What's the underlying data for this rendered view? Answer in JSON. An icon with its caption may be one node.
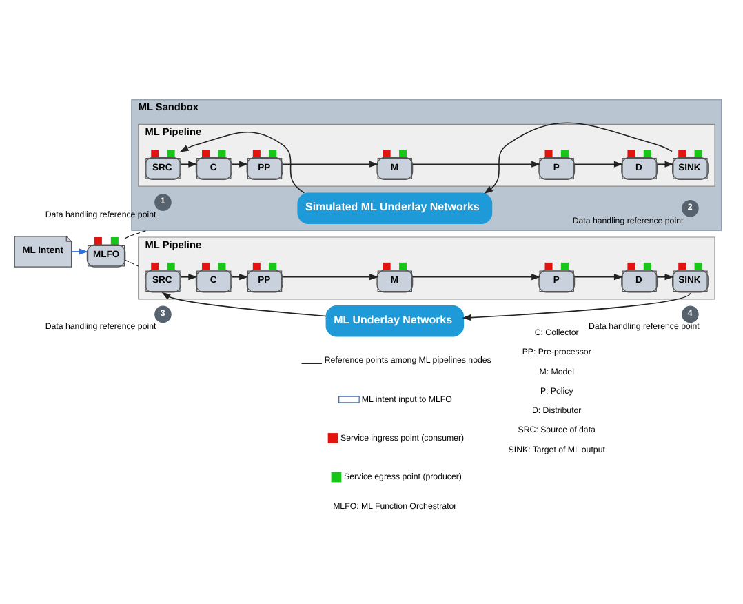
{
  "diagram": {
    "nodes": [
      {
        "text": [
          "MLFO"
        ]
      },
      {
        "text": [
          "ML Intent"
        ]
      },
      {
        "text": [
          "ML Sandbox"
        ]
      },
      {
        "text": [
          "ML Pipeline"
        ],
        "in": 2
      },
      {
        "text": [
          "SRC"
        ],
        "in": 3
      },
      {
        "text": [
          "C"
        ],
        "in": 3
      },
      {
        "text": [
          "PP"
        ],
        "in": 3
      },
      {
        "text": [
          "M"
        ],
        "in": 3
      },
      {
        "text": [
          "P"
        ],
        "in": 3
      },
      {
        "text": [
          "D"
        ],
        "in": 3
      },
      {
        "text": [
          "SINK"
        ],
        "in": 3
      },
      {
        "text": [
          "1"
        ],
        "in": 2,
        "beside": [
          "Data handling reference point"
        ]
      },
      {
        "text": [
          "Simulated ML Underlay Networks"
        ],
        "in": 2
      },
      {
        "text": [
          "2"
        ],
        "in": 2,
        "beside": [
          "Data handling reference point"
        ]
      },
      {
        "text": [
          "ML Pipeline"
        ]
      },
      {
        "text": [
          "SRC"
        ],
        "in": 14
      },
      {
        "text": [
          "C"
        ],
        "in": 14
      },
      {
        "text": [
          "PP"
        ],
        "in": 14
      },
      {
        "text": [
          "M"
        ],
        "in": 14
      },
      {
        "text": [
          "P"
        ],
        "in": 14
      },
      {
        "text": [
          "D"
        ],
        "in": 14
      },
      {
        "text": [
          "SINK"
        ],
        "in": 14
      },
      {
        "text": [
          "3"
        ],
        "beside": [
          "Data handling reference point"
        ]
      },
      {
        "text": [
          "ML Underlay Networks"
        ]
      },
      {
        "text": [
          "4"
        ],
        "beside": [
          "Data handling reference point"
        ]
      }
    ],
    "edges": [
      {
        "from": 1,
        "to": 0,
        "arrow": "to",
        "color": "#2f6fdd"
      },
      {
        "from": 0,
        "to": 2,
        "arrow": "none",
        "style": "dashed"
      },
      {
        "from": 0,
        "to": 14,
        "arrow": "none",
        "style": "dashed"
      },
      {
        "from": 4,
        "to": 5,
        "arrow": "to"
      },
      {
        "from": 5,
        "to": 6,
        "arrow": "to"
      },
      {
        "from": 6,
        "to": 7,
        "arrow": "to"
      },
      {
        "from": 7,
        "to": 8,
        "arrow": "to"
      },
      {
        "from": 8,
        "to": 9,
        "arrow": "to"
      },
      {
        "from": 9,
        "to": 10,
        "arrow": "to"
      },
      {
        "from": 10,
        "to": 12,
        "arrow": "to"
      },
      {
        "from": 12,
        "to": 4,
        "arrow": "to"
      },
      {
        "from": 15,
        "to": 16,
        "arrow": "to"
      },
      {
        "from": 16,
        "to": 17,
        "arrow": "to"
      },
      {
        "from": 17,
        "to": 18,
        "arrow": "to"
      },
      {
        "from": 18,
        "to": 19,
        "arrow": "to"
      },
      {
        "from": 19,
        "to": 20,
        "arrow": "to"
      },
      {
        "from": 20,
        "to": 21,
        "arrow": "to"
      },
      {
        "from": 21,
        "to": 23,
        "arrow": "to"
      },
      {
        "from": 23,
        "to": 15,
        "arrow": "to"
      }
    ],
    "labels": [
      "MLFO: ML Function Orchestrator",
      "C: Collector",
      "PP: Pre-processor",
      "M: Model",
      "P: Policy",
      "D: Distributor",
      "SRC: Source of data",
      "SINK: Target of ML output"
    ],
    "legend": [
      {
        "text": "Reference points among ML pipelines nodes"
      },
      {
        "text": "ML intent input to MLFO"
      },
      {
        "text": "Service ingress point (consumer)",
        "color": "#e3140f"
      },
      {
        "text": "Service egress point (producer)",
        "color": "#17c617"
      }
    ]
  }
}
